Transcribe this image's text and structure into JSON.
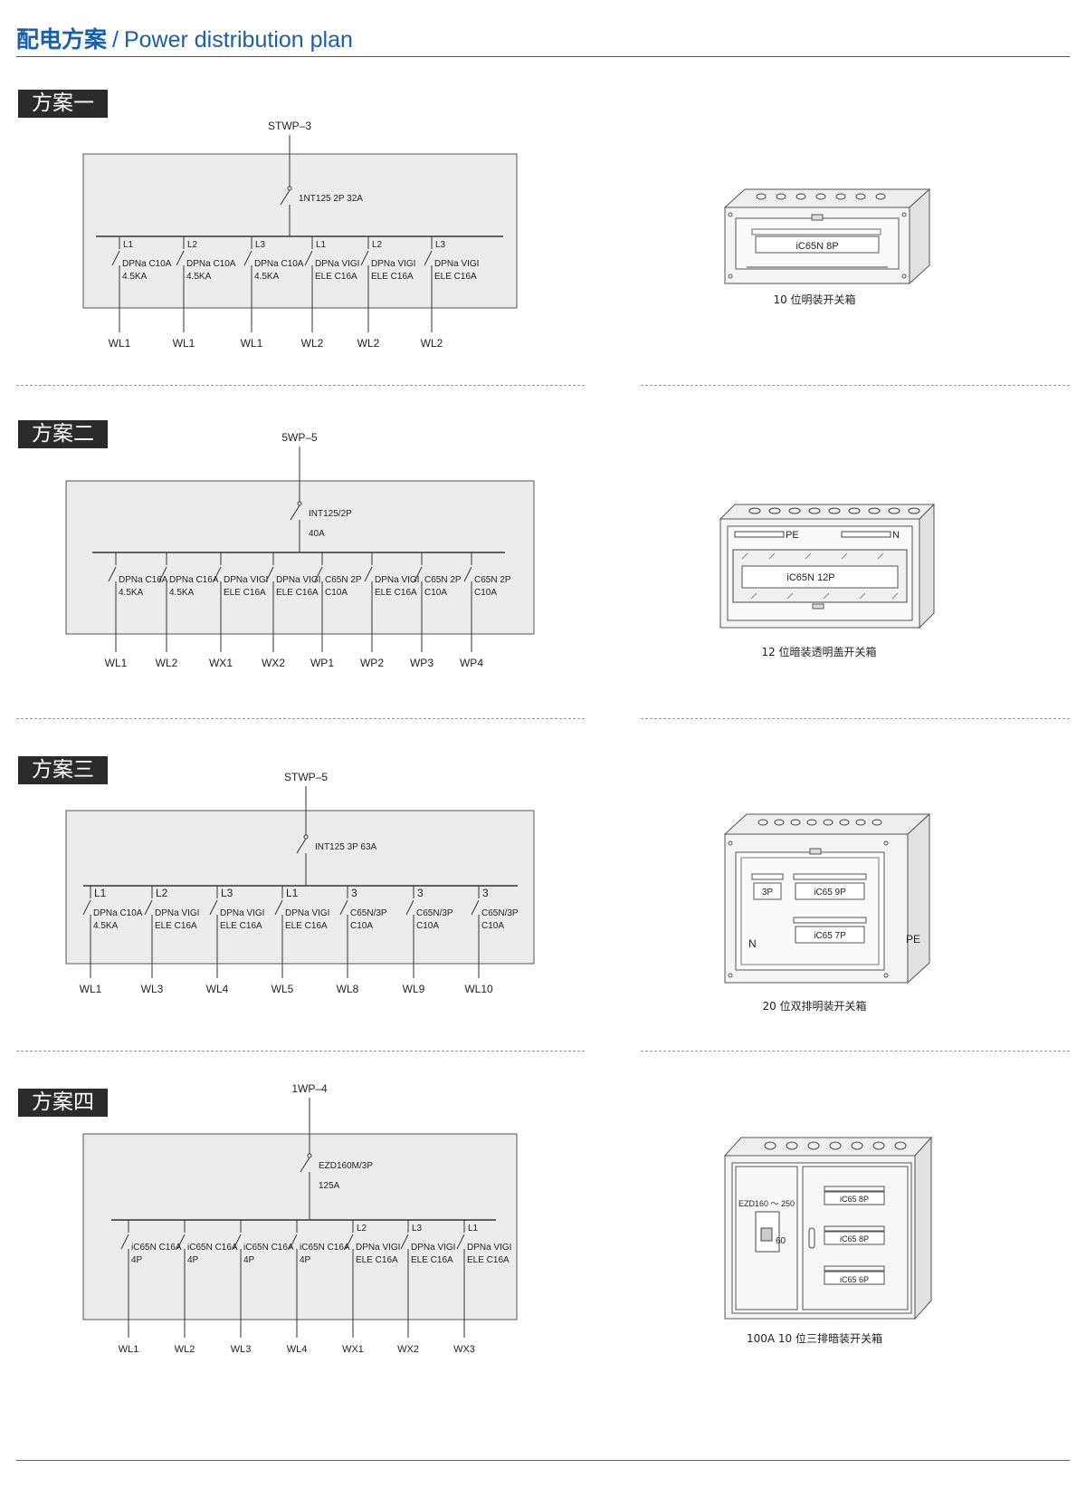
{
  "header": {
    "title_cn": "配电方案",
    "separator": "/",
    "title_en": "Power distribution plan"
  },
  "schemes": [
    {
      "label": "方案一",
      "source": "STWP–3",
      "main_breaker": [
        "1NT125  2P 32A"
      ],
      "branches": [
        {
          "phase": "L1",
          "device": [
            "DPNa C10A",
            "4.5KA"
          ],
          "out": "WL1"
        },
        {
          "phase": "L2",
          "device": [
            "DPNa C10A",
            "4.5KA"
          ],
          "out": "WL1"
        },
        {
          "phase": "L3",
          "device": [
            "DPNa C10A",
            "4.5KA"
          ],
          "out": "WL1"
        },
        {
          "phase": "L1",
          "device": [
            "DPNa VIGI",
            "ELE C16A"
          ],
          "out": "WL2"
        },
        {
          "phase": "L2",
          "device": [
            "DPNa VIGI",
            "ELE C16A"
          ],
          "out": "WL2"
        },
        {
          "phase": "L3",
          "device": [
            "DPNa VIGI",
            "ELE C16A"
          ],
          "out": "WL2"
        }
      ],
      "box_caption": "10 位明装开关箱",
      "box_labels": [
        "iC65N 8P"
      ]
    },
    {
      "label": "方案二",
      "source": "5WP–5",
      "main_breaker": [
        "INT125/2P",
        "40A"
      ],
      "branches": [
        {
          "phase": "",
          "device": [
            "DPNa C16A",
            "4.5KA"
          ],
          "out": "WL1"
        },
        {
          "phase": "",
          "device": [
            "DPNa C16A",
            "4.5KA"
          ],
          "out": "WL2"
        },
        {
          "phase": "",
          "device": [
            "DPNa VIGI",
            "ELE C16A"
          ],
          "out": "WX1"
        },
        {
          "phase": "",
          "device": [
            "DPNa VIGI",
            "ELE C16A"
          ],
          "out": "WX2"
        },
        {
          "phase": "",
          "device": [
            "C65N 2P",
            "C10A"
          ],
          "out": "WP1"
        },
        {
          "phase": "",
          "device": [
            "DPNa VIGI",
            "ELE C16A"
          ],
          "out": "WP2"
        },
        {
          "phase": "",
          "device": [
            "C65N 2P",
            "C10A"
          ],
          "out": "WP3"
        },
        {
          "phase": "",
          "device": [
            "C65N 2P",
            "C10A"
          ],
          "out": "WP4"
        }
      ],
      "box_caption": "12 位暗装透明盖开关箱",
      "box_labels": [
        "iC65N 12P",
        "PE",
        "N"
      ]
    },
    {
      "label": "方案三",
      "source": "STWP–5",
      "main_breaker": [
        "INT125 3P 63A"
      ],
      "branches": [
        {
          "phase": "L1",
          "device": [
            "DPNa C10A",
            "4.5KA"
          ],
          "out": "WL1"
        },
        {
          "phase": "L2",
          "device": [
            "DPNa VIGI",
            "ELE C16A"
          ],
          "out": "WL3"
        },
        {
          "phase": "L3",
          "device": [
            "DPNa VIGI",
            "ELE C16A"
          ],
          "out": "WL4"
        },
        {
          "phase": "L1",
          "device": [
            "DPNa VIGI",
            "ELE C16A"
          ],
          "out": "WL5"
        },
        {
          "phase": "3",
          "device": [
            "C65N/3P",
            "C10A"
          ],
          "out": "WL8"
        },
        {
          "phase": "3",
          "device": [
            "C65N/3P",
            "C10A"
          ],
          "out": "WL9"
        },
        {
          "phase": "3",
          "device": [
            "C65N/3P",
            "C10A"
          ],
          "out": "WL10"
        }
      ],
      "box_caption": "20 位双排明装开关箱",
      "box_labels": [
        "3P",
        "iC65 9P",
        "iC65 7P",
        "N",
        "PE"
      ]
    },
    {
      "label": "方案四",
      "source": "1WP–4",
      "main_breaker": [
        "EZD160M/3P",
        "125A"
      ],
      "branches": [
        {
          "phase": "",
          "device": [
            "iC65N C16A",
            "4P"
          ],
          "out": "WL1"
        },
        {
          "phase": "",
          "device": [
            "iC65N C16A",
            "4P"
          ],
          "out": "WL2"
        },
        {
          "phase": "",
          "device": [
            "iC65N C16A",
            "4P"
          ],
          "out": "WL3"
        },
        {
          "phase": "",
          "device": [
            "iC65N C16A",
            "4P"
          ],
          "out": "WL4"
        },
        {
          "phase": "L2",
          "device": [
            "DPNa VIGI",
            "ELE C16A"
          ],
          "out": "WX1"
        },
        {
          "phase": "L3",
          "device": [
            "DPNa VIGI",
            "ELE C16A"
          ],
          "out": "WX2"
        },
        {
          "phase": "L1",
          "device": [
            "DPNa VIGI",
            "ELE C16A"
          ],
          "out": "WX3"
        }
      ],
      "box_caption": "100A 10 位三排暗装开关箱",
      "box_labels": [
        "EZD160 ～ 250",
        "iC65 8P",
        "iC65 8P",
        "iC65 6P",
        "60"
      ]
    }
  ]
}
